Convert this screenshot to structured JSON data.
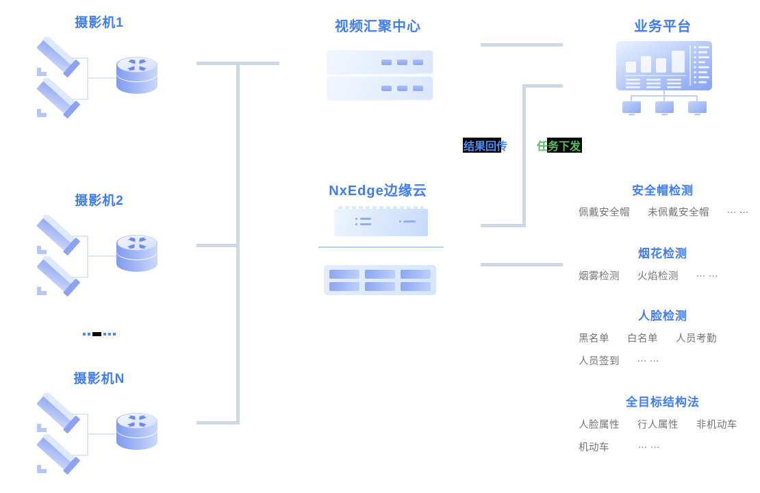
{
  "colors": {
    "accent_blue": "#3f7df4",
    "flow_return_blue": "#4a8df6",
    "flow_dispatch_green": "#55bd5e",
    "connector": "#cdd7e6",
    "item_gray": "#717477"
  },
  "left": {
    "groups": [
      {
        "label": "摄影机1"
      },
      {
        "label": "摄影机2"
      },
      {
        "label": "摄影机N"
      }
    ]
  },
  "center": {
    "video_hub_title": "视频汇聚中心",
    "edge_cloud_title": "NxEdge边缘云"
  },
  "flows": {
    "result_return": "结果回传",
    "task_dispatch": "任务下发"
  },
  "right": {
    "platform_title": "业务平台",
    "sections": [
      {
        "title": "安全帽检测",
        "rows": [
          [
            "佩戴安全帽",
            "未佩戴安全帽",
            "... ..."
          ]
        ]
      },
      {
        "title": "烟花检测",
        "rows": [
          [
            "烟雾检测",
            "火焰检测",
            "... ..."
          ]
        ]
      },
      {
        "title": "人脸检测",
        "rows": [
          [
            "黑名单",
            "白名单",
            "人员考勤"
          ],
          [
            "人员签到",
            "... ..."
          ]
        ]
      },
      {
        "title": "全目标结构法",
        "rows": [
          [
            "人脸属性",
            "行人属性",
            "非机动车"
          ],
          [
            "机动车",
            "... ..."
          ]
        ]
      }
    ]
  }
}
